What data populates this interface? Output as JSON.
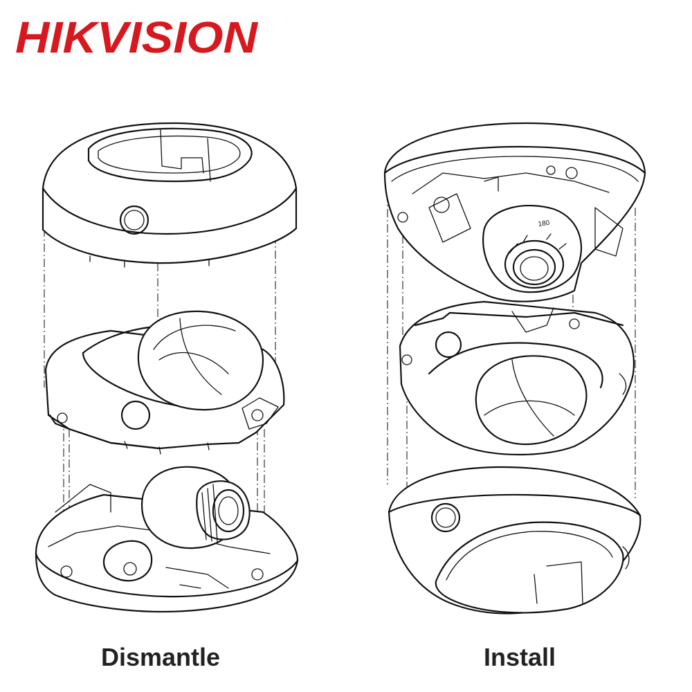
{
  "brand": {
    "name": "HIKVISION",
    "color": "#d7191f"
  },
  "captions": {
    "left": "Dismantle",
    "right": "Install"
  },
  "lens_marking": "180"
}
